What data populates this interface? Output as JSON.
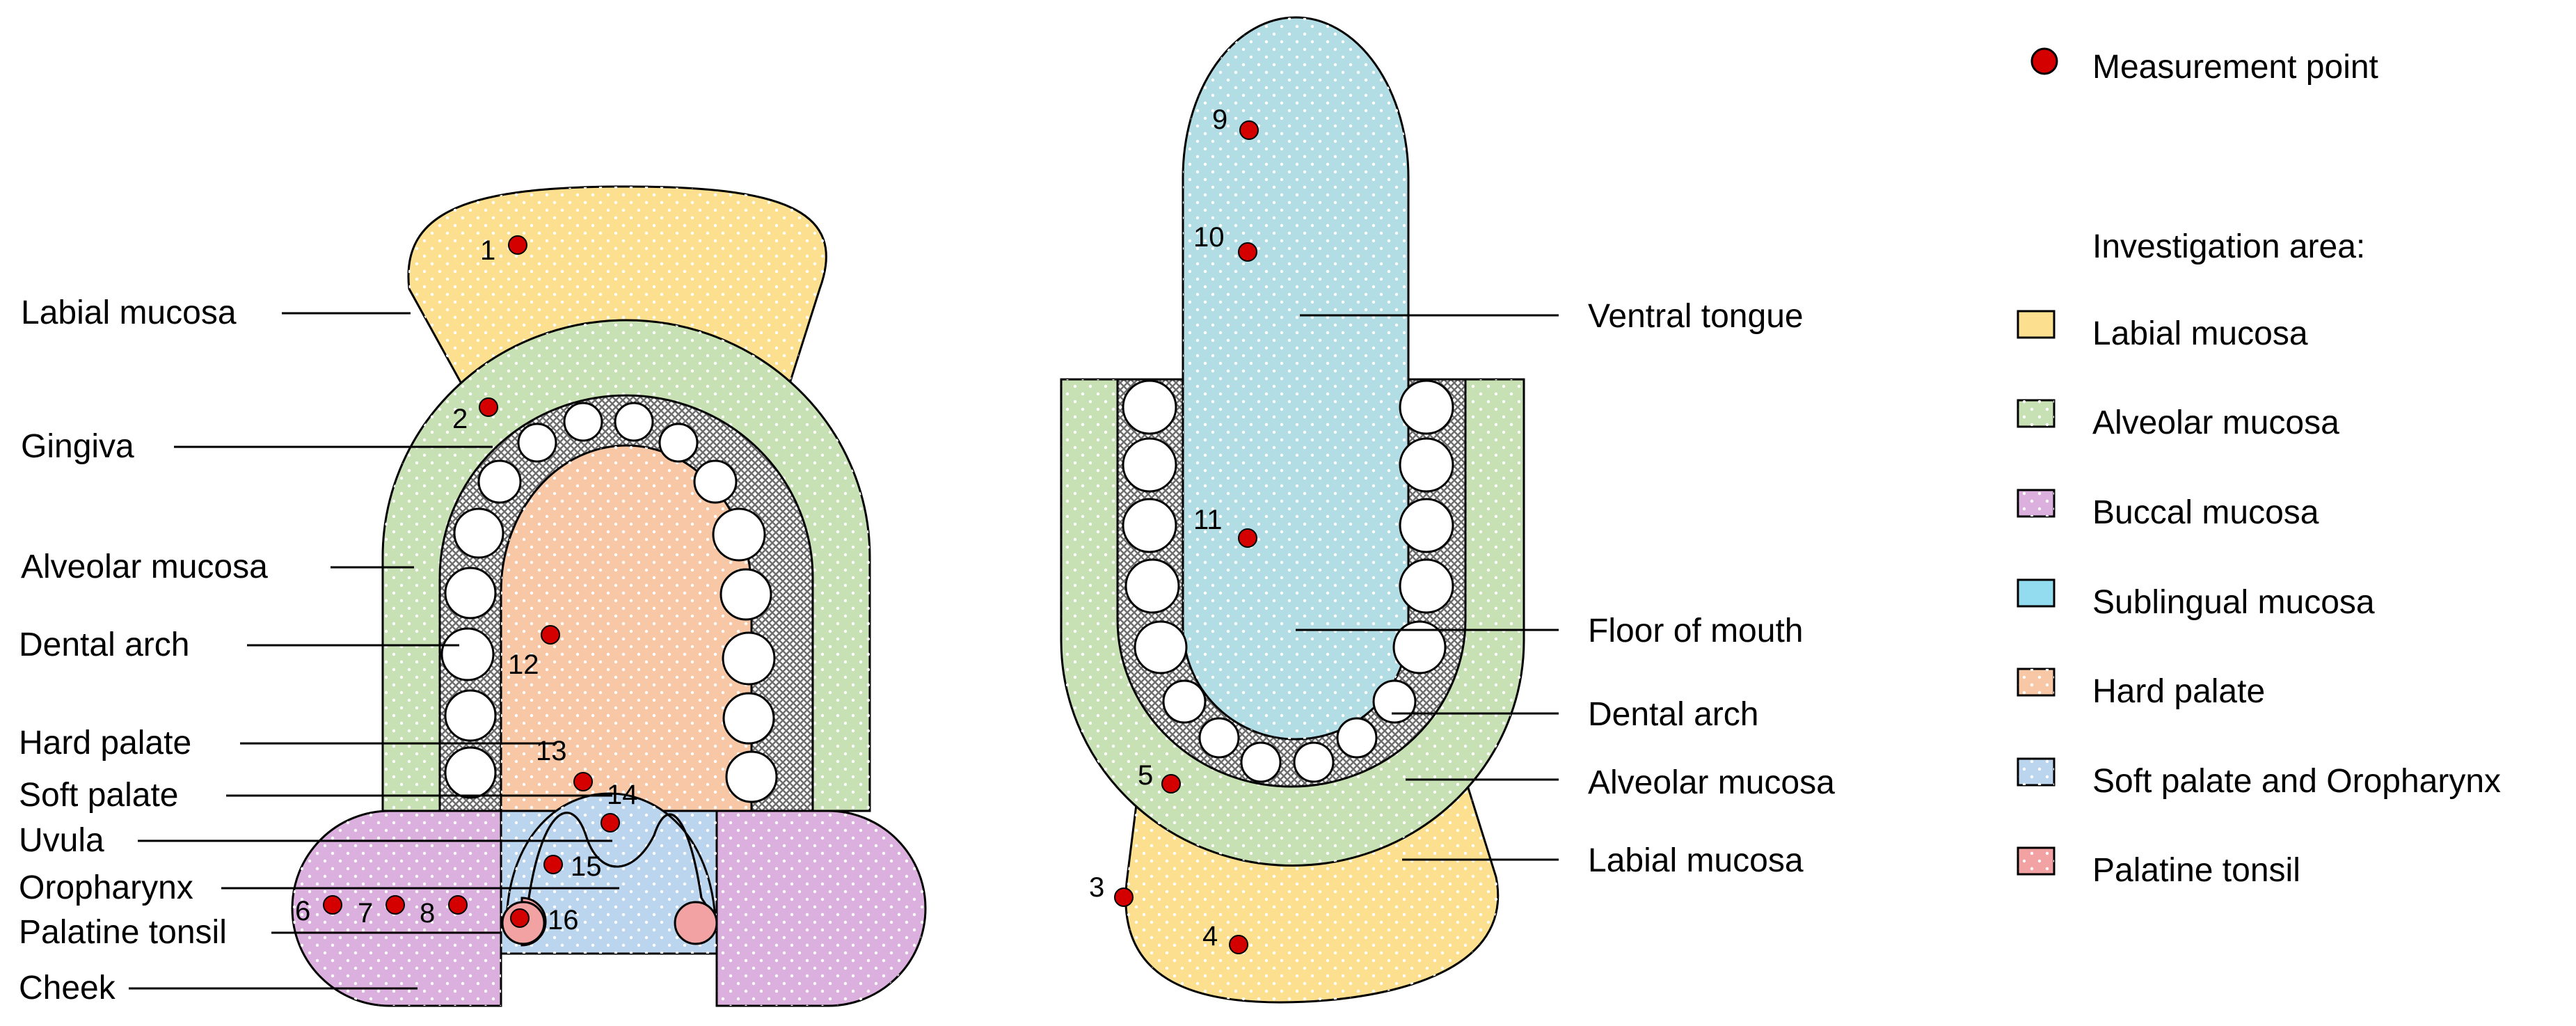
{
  "colors": {
    "labial": "#fde08f",
    "alveolar": "#c8e1b4",
    "buccal": "#dcb0de",
    "sublingual": "#b3dde4",
    "hard_palate": "#f8c8a6",
    "soft_palate": "#bcd5ee",
    "tonsil": "#f2a2a2",
    "marker": "#d40000",
    "tooth_hatch": "#6d6d6d"
  },
  "left_labels": {
    "labial_mucosa": "Labial mucosa",
    "gingiva": "Gingiva",
    "alveolar_mucosa": "Alveolar mucosa",
    "dental_arch": "Dental arch",
    "hard_palate": "Hard palate",
    "soft_palate": "Soft palate",
    "uvula": "Uvula",
    "oropharynx": "Oropharynx",
    "palatine_tonsil": "Palatine tonsil",
    "cheek": "Cheek"
  },
  "right_labels": {
    "ventral_tongue": "Ventral tongue",
    "floor_of_mouth": "Floor of mouth",
    "dental_arch": "Dental arch",
    "alveolar_mucosa": "Alveolar mucosa",
    "labial_mucosa": "Labial mucosa"
  },
  "points": {
    "p1": "1",
    "p2": "2",
    "p3": "3",
    "p4": "4",
    "p5": "5",
    "p6": "6",
    "p7": "7",
    "p8": "8",
    "p9": "9",
    "p10": "10",
    "p11": "11",
    "p12": "12",
    "p13": "13",
    "p14": "14",
    "p15": "15",
    "p16": "16"
  },
  "legend": {
    "measurement_point": "Measurement point",
    "heading": "Investigation area:",
    "items": {
      "labial": "Labial mucosa",
      "alveolar": "Alveolar mucosa",
      "buccal": "Buccal mucosa",
      "sublingual": "Sublingual mucosa",
      "hard_palate": "Hard palate",
      "soft_palate": "Soft palate and Oropharynx",
      "tonsil": "Palatine tonsil"
    }
  }
}
